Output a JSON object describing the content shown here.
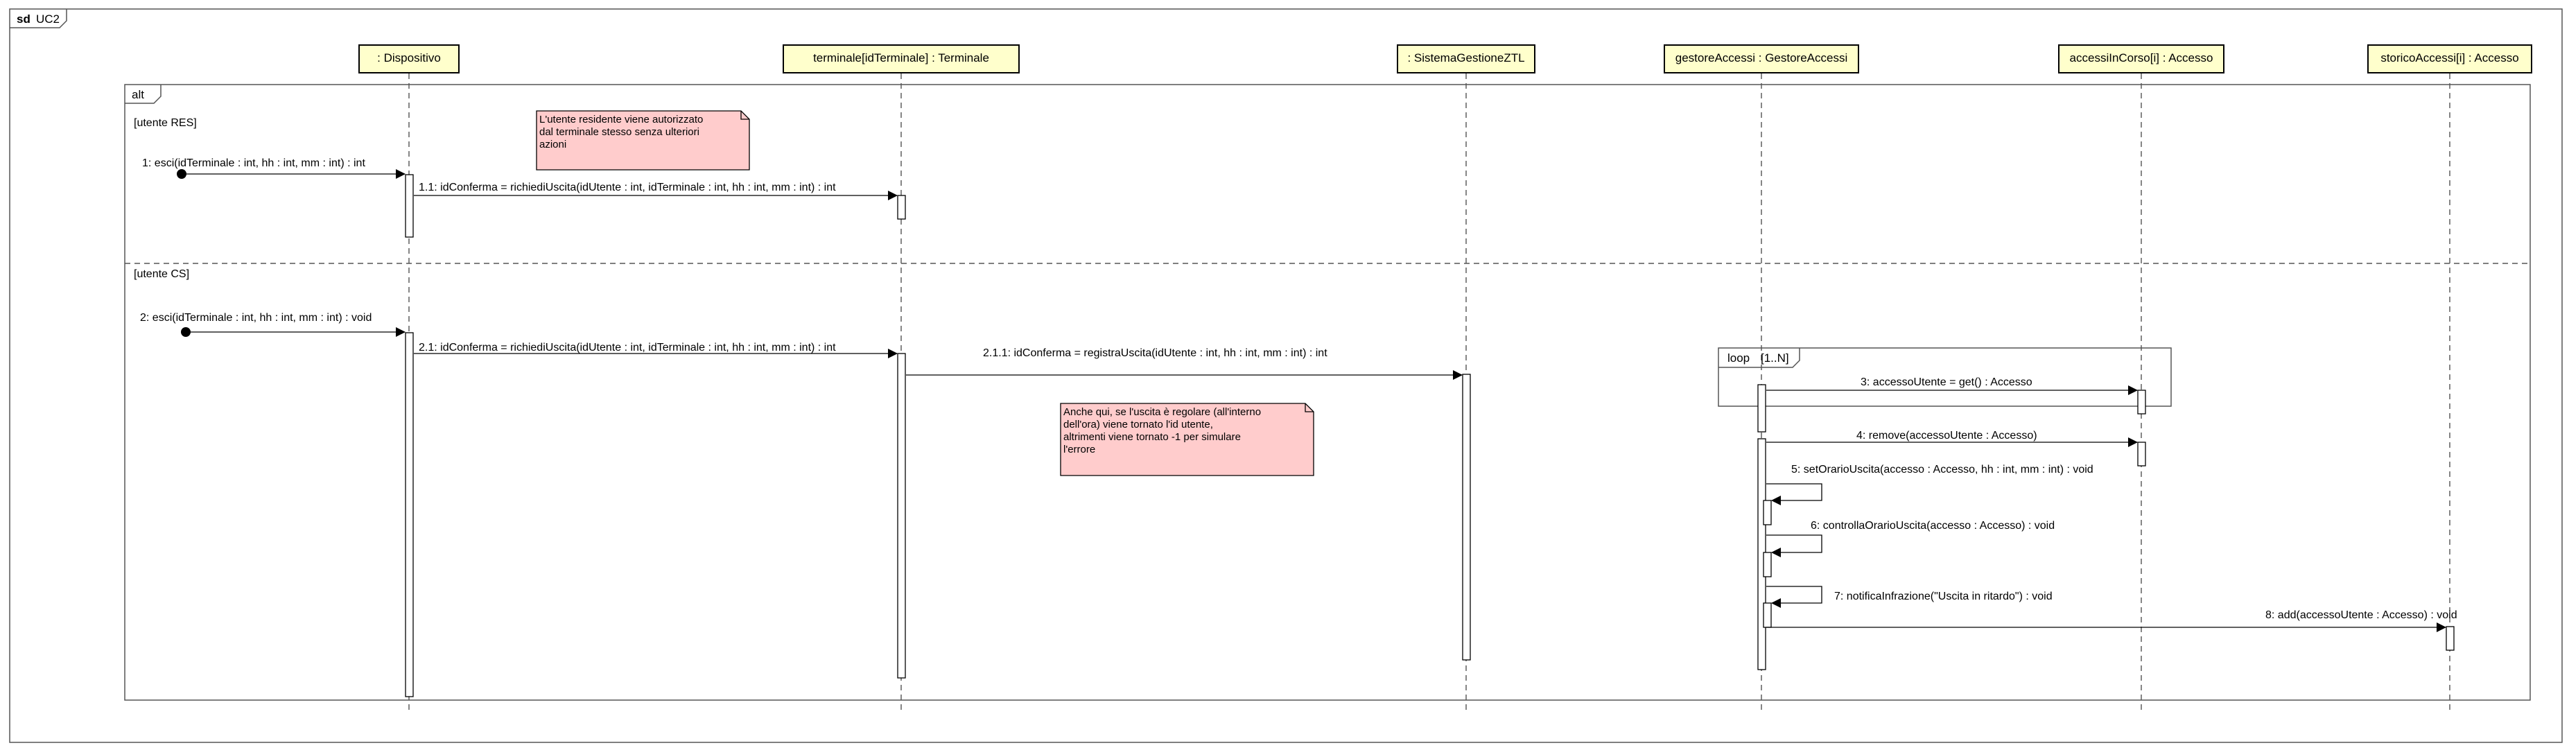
{
  "frame": {
    "keyword": "sd",
    "name": "UC2"
  },
  "lifelines": [
    {
      "id": "dispositivo",
      "label": ": Dispositivo"
    },
    {
      "id": "terminale",
      "label": "terminale[idTerminale] : Terminale"
    },
    {
      "id": "ztl",
      "label": ": SistemaGestioneZTL"
    },
    {
      "id": "gestore",
      "label": "gestoreAccessi : GestoreAccessi"
    },
    {
      "id": "incorso",
      "label": "accessiInCorso[i] : Accesso"
    },
    {
      "id": "storico",
      "label": "storicoAccessi[i] : Accesso"
    }
  ],
  "alt": {
    "keyword": "alt",
    "guards": [
      "[utente RES]",
      "[utente CS]"
    ]
  },
  "loop": {
    "keyword": "loop",
    "guard": "[1..N]"
  },
  "notes": [
    {
      "lines": [
        "L'utente residente viene autorizzato",
        "dal terminale stesso senza ulteriori",
        "azioni"
      ]
    },
    {
      "lines": [
        "Anche qui, se l'uscita è regolare (all'interno",
        "dell'ora) viene tornato l'id utente,",
        "altrimenti viene tornato -1 per simulare",
        "l'errore"
      ]
    }
  ],
  "messages": [
    "1: esci(idTerminale : int, hh : int, mm : int) : int",
    "1.1: idConferma = richiediUscita(idUtente : int, idTerminale : int, hh : int, mm : int) : int",
    "2: esci(idTerminale : int, hh : int, mm : int) : void",
    "2.1: idConferma = richiediUscita(idUtente : int, idTerminale : int, hh : int, mm : int) : int",
    "2.1.1: idConferma = registraUscita(idUtente : int, hh : int, mm : int) : int",
    "3: accessoUtente = get() : Accesso",
    "4: remove(accessoUtente : Accesso)",
    "5: setOrarioUscita(accesso : Accesso, hh : int, mm : int) : void",
    "6: controllaOrarioUscita(accesso : Accesso) : void",
    "7: notificaInfrazione(\"Uscita in ritardo\") : void",
    "8: add(accessoUtente : Accesso) : void"
  ],
  "colors": {
    "lifeline_head": "#ffffcc",
    "note_fill": "#ffcccc",
    "stroke": "#000000"
  }
}
